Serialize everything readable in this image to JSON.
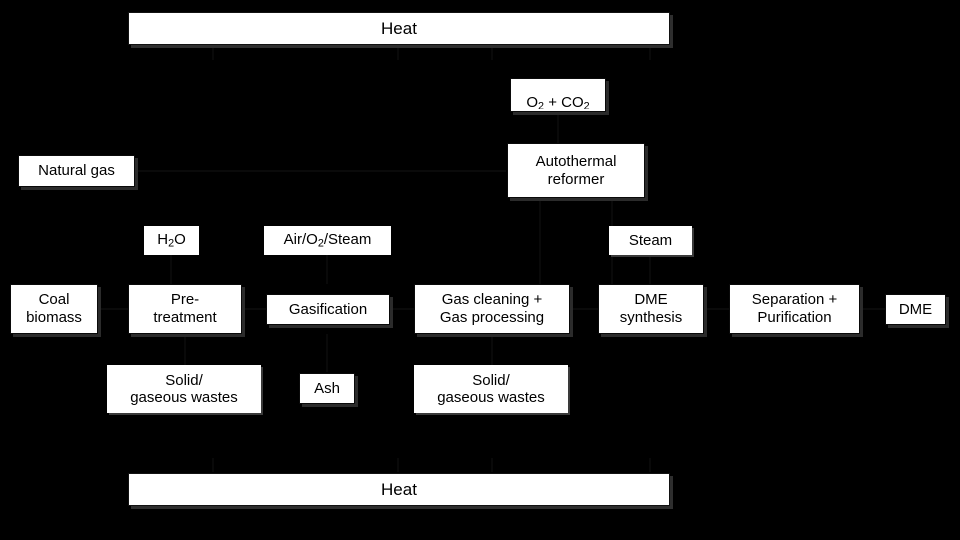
{
  "diagram": {
    "background_color": "#000000",
    "box_fill_color": "#ffffff",
    "box_text_color": "#000000",
    "shadow_color": "#2b2b2b",
    "nodes": {
      "heat_top": "Heat",
      "heat_bottom": "Heat",
      "o2_co2": "O2 + CO2",
      "o2_co2_parts": {
        "a": "O",
        "a_sub": "2",
        "plus": " + ",
        "b": "CO",
        "b_sub": "2"
      },
      "natural_gas": "Natural gas",
      "autothermal_reformer_line1": "Autothermal",
      "autothermal_reformer_line2": "reformer",
      "h2o_parts": {
        "a": "H",
        "a_sub": "2",
        "b": "O"
      },
      "h2o": "H2O",
      "air_o2_steam_parts": {
        "a": "Air/O",
        "a_sub": "2",
        "b": "/Steam"
      },
      "air_o2_steam": "Air/O2/Steam",
      "steam": "Steam",
      "coal_biomass_line1": "Coal",
      "coal_biomass_line2": "biomass",
      "pre_treatment_line1": "Pre-",
      "pre_treatment_line2": "treatment",
      "gasification": "Gasification",
      "gas_cleaning_line1": "Gas cleaning +",
      "gas_cleaning_line2": "Gas processing",
      "dme_synthesis_line1": "DME",
      "dme_synthesis_line2": "synthesis",
      "separation_line1": "Separation +",
      "separation_line2": "Purification",
      "dme_product": "DME",
      "wastes_left_line1": "Solid/",
      "wastes_left_line2": "gaseous wastes",
      "ash": "Ash",
      "wastes_right_line1": "Solid/",
      "wastes_right_line2": "gaseous wastes"
    }
  }
}
